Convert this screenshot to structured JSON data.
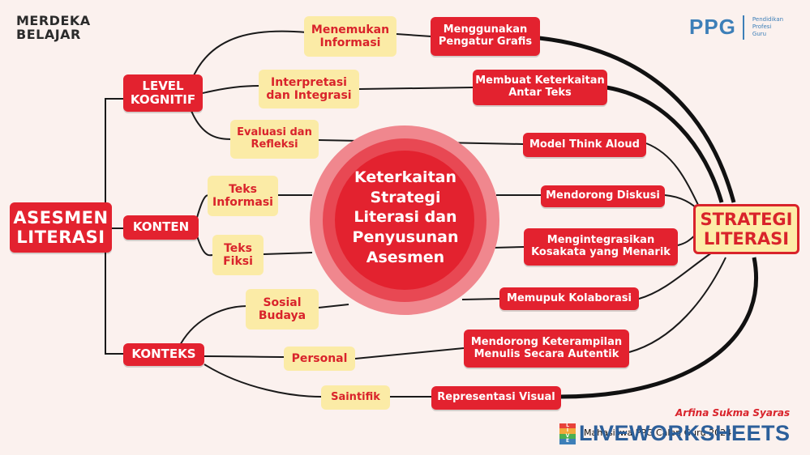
{
  "branding": {
    "merdeka": [
      "MERDEKA",
      "BELAJAR"
    ],
    "ppg_logo": "PPG",
    "ppg_text": [
      "Pendidikan",
      "Profesi",
      "Guru"
    ]
  },
  "center": {
    "title": "Keterkaitan Strategi Literasi dan Penyusunan Asesmen"
  },
  "left_root": "ASESMEN LITERASI",
  "right_root": "STRATEGI LITERASI",
  "categories": {
    "level": "LEVEL KOGNITIF",
    "konten": "KONTEN",
    "konteks": "KONTEKS"
  },
  "assessment_items": {
    "menemukan": "Menemukan Informasi",
    "interpretasi": "Interpretasi dan Integrasi",
    "evaluasi": "Evaluasi dan Refleksi",
    "teks_informasi": "Teks Informasi",
    "teks_fiksi": "Teks Fiksi",
    "sosial": "Sosial Budaya",
    "personal": "Personal",
    "saintifik": "Saintifik"
  },
  "strategies": {
    "grafis": "Menggunakan Pengatur Grafis",
    "keterkaitan": "Membuat Keterkaitan Antar Teks",
    "think": "Model Think Aloud",
    "diskusi": "Mendorong Diskusi",
    "kosakata": "Mengintegrasikan Kosakata yang Menarik",
    "kolaborasi": "Memupuk Kolaborasi",
    "menulis": "Mendorong Keterampilan Menulis Secara Autentik",
    "visual": "Representasi Visual"
  },
  "author": {
    "name": "Arfina Sukma Syaras",
    "subtitle": "Mahasiswa PPG Calon Guru 2024"
  },
  "watermark": {
    "text": "LIVEWORKSHEETS",
    "icon_letters": [
      "L",
      "I",
      "V",
      "E"
    ]
  },
  "colors": {
    "red": "#e3222f",
    "yellow": "#fbeba6",
    "ppg_blue": "#3d7fb8",
    "line": "#1a1a1a"
  }
}
